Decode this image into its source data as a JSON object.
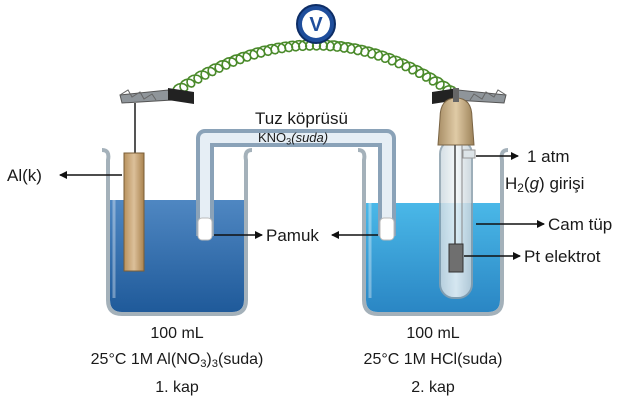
{
  "voltmeter_symbol": "V",
  "salt_bridge": {
    "title": "Tuz köprüsü",
    "formula_main": "KNO",
    "formula_sub": "3",
    "formula_state": "(suda)"
  },
  "labels": {
    "anode": "Al(k)",
    "cotton": "Pamuk",
    "gas_pressure": "1 atm",
    "gas_species": "H",
    "gas_species_sub": "2",
    "gas_state_open": "(",
    "gas_state": "g",
    "gas_state_close": ")",
    "gas_inlet": " girişi",
    "glass_tube": "Cam tüp",
    "pt_electrode": "Pt elektrot"
  },
  "left_beaker": {
    "volume": "100 mL",
    "solution_prefix": "25°C 1M Al(NO",
    "solution_sub": "3",
    "solution_suffix": ")",
    "solution_sub2": "3",
    "solution_state": "(suda)",
    "name": "1. kap"
  },
  "right_beaker": {
    "volume": "100 mL",
    "solution": "25°C 1M HCl(suda)",
    "name": "2. kap"
  },
  "colors": {
    "left_solution": "#2f6fae",
    "right_solution": "#3aa6dc",
    "wire": "#4a8a2a",
    "voltmeter": "#1f4e9c"
  }
}
